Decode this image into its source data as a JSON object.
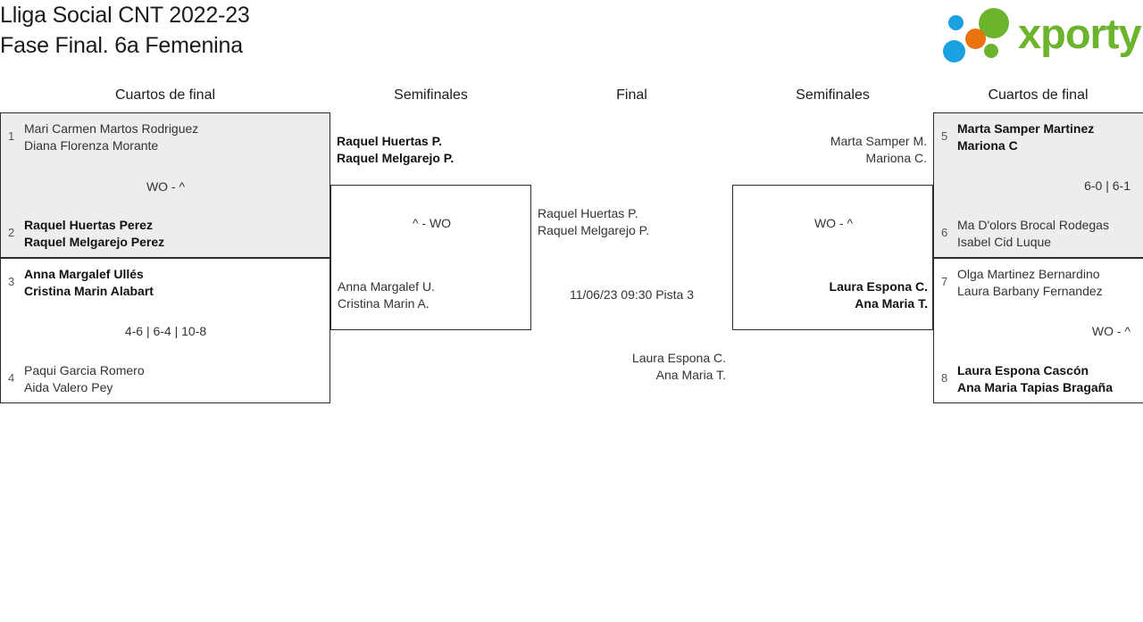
{
  "header": {
    "title_line1": "Lliga Social CNT 2022-23",
    "title_line2": "Fase Final. 6a Femenina",
    "brand": "xporty",
    "brand_color": "#6cb42c"
  },
  "rounds": [
    {
      "label": "Cuartos de final"
    },
    {
      "label": "Semifinales"
    },
    {
      "label": "Final"
    },
    {
      "label": "Semifinales"
    },
    {
      "label": "Cuartos de final"
    }
  ],
  "bracket": {
    "quarterfinals_left": [
      {
        "shaded": true,
        "top": {
          "seed": "1",
          "line1": "Mari Carmen Martos Rodriguez",
          "line2": "Diana Florenza Morante",
          "winner": false
        },
        "bottom": {
          "seed": "2",
          "line1": "Raquel Huertas Perez",
          "line2": "Raquel Melgarejo Perez",
          "winner": true
        },
        "score": "WO - ^"
      },
      {
        "shaded": false,
        "top": {
          "seed": "3",
          "line1": "Anna Margalef Ullés",
          "line2": "Cristina Marin Alabart",
          "winner": true
        },
        "bottom": {
          "seed": "4",
          "line1": "Paqui Garcia Romero",
          "line2": "Aida Valero Pey",
          "winner": false
        },
        "score": "4-6 | 6-4 | 10-8"
      }
    ],
    "quarterfinals_right": [
      {
        "shaded": true,
        "top": {
          "seed": "5",
          "line1": "Marta Samper Martinez",
          "line2": "Mariona C",
          "winner": true
        },
        "bottom": {
          "seed": "6",
          "line1": "Ma D'olors Brocal Rodegas",
          "line2": "Isabel Cid Luque",
          "winner": false
        },
        "score": "6-0 | 6-1"
      },
      {
        "shaded": false,
        "top": {
          "seed": "7",
          "line1": "Olga Martinez Bernardino",
          "line2": "Laura Barbany Fernandez",
          "winner": false
        },
        "bottom": {
          "seed": "8",
          "line1": "Laura Espona Cascón",
          "line2": "Ana Maria Tapias Bragaña",
          "winner": true
        },
        "score": "WO - ^"
      }
    ],
    "semifinal_left": {
      "top": {
        "line1": "Raquel Huertas P.",
        "line2": "Raquel Melgarejo P.",
        "winner": true
      },
      "bottom": {
        "line1": "Anna Margalef U.",
        "line2": "Cristina Marin A.",
        "winner": false
      },
      "score": "^ - WO"
    },
    "semifinal_right": {
      "top": {
        "line1": "Marta Samper M.",
        "line2": "Mariona C.",
        "winner": false
      },
      "bottom": {
        "line1": "Laura Espona C.",
        "line2": "Ana Maria T.",
        "winner": true
      },
      "score": "WO - ^"
    },
    "final": {
      "top": {
        "line1": "Raquel Huertas P.",
        "line2": "Raquel Melgarejo P.",
        "winner": false
      },
      "bottom": {
        "line1": "Laura Espona C.",
        "line2": "Ana Maria T.",
        "winner": false
      },
      "score": "11/06/23 09:30 Pista 3"
    }
  }
}
